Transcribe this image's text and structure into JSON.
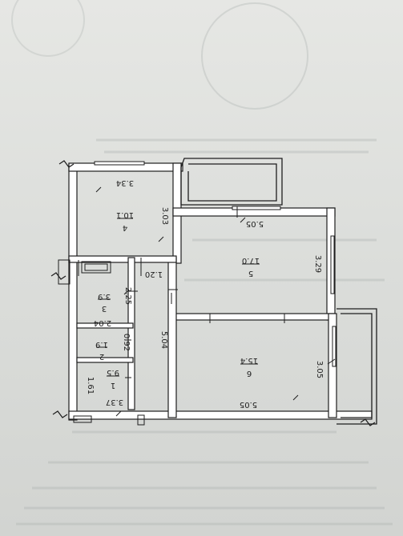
{
  "plan": {
    "rooms": [
      {
        "number": "1",
        "area": "9.5"
      },
      {
        "number": "2",
        "area": "1.9"
      },
      {
        "number": "3",
        "area": "3.9"
      },
      {
        "number": "4",
        "area": "10.1"
      },
      {
        "number": "5",
        "area": "17.0"
      },
      {
        "number": "6",
        "area": "15.4"
      }
    ],
    "dimensions": [
      "3.34",
      "3.03",
      "5.05",
      "1.20",
      "3.29",
      "2.25",
      "2.04",
      "0.92",
      "5.04",
      "1.61",
      "3.37",
      "3.05",
      "5.05"
    ]
  },
  "colors": {
    "ink": "#1e1e1e",
    "paper": "#e3e5e2",
    "wall": "#ffffff"
  }
}
